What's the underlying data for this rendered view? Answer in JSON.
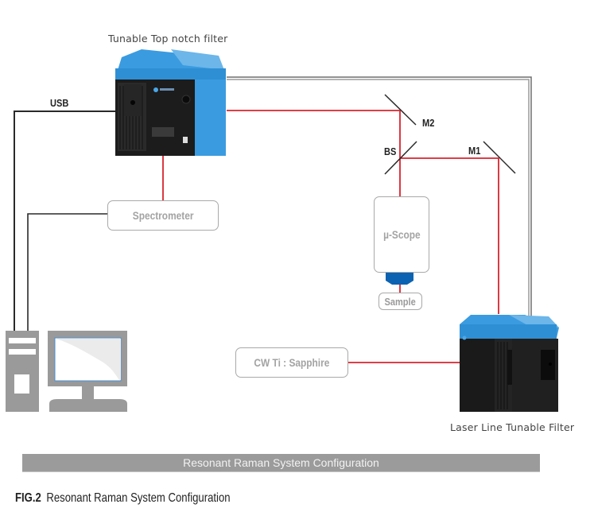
{
  "devices": {
    "top_filter": {
      "caption": "Tunable Top notch filter"
    },
    "laser_filter": {
      "caption": "Laser Line Tunable Filter"
    }
  },
  "boxes": {
    "spectrometer": "Spectrometer",
    "microscope": "µ-Scope",
    "sample": "Sample",
    "laser_source": "CW Ti : Sapphire"
  },
  "labels": {
    "usb": "USB",
    "mirror2": "M2",
    "beam_splitter": "BS",
    "mirror1": "M1"
  },
  "banner": {
    "title": "Resonant Raman System Configuration"
  },
  "figure_caption": {
    "number": "FIG.2",
    "text": "Resonant Raman System Configuration"
  },
  "colors": {
    "laser_beam": "#d9232e",
    "data_cable": "#222222",
    "trigger_cable": "#777777",
    "device_blue": "#2e8fd4",
    "device_body": "#1e1e1e",
    "computer_gray": "#9a9a9a",
    "objective_blue": "#0c63b2",
    "banner_gray": "#9b9b9b"
  }
}
